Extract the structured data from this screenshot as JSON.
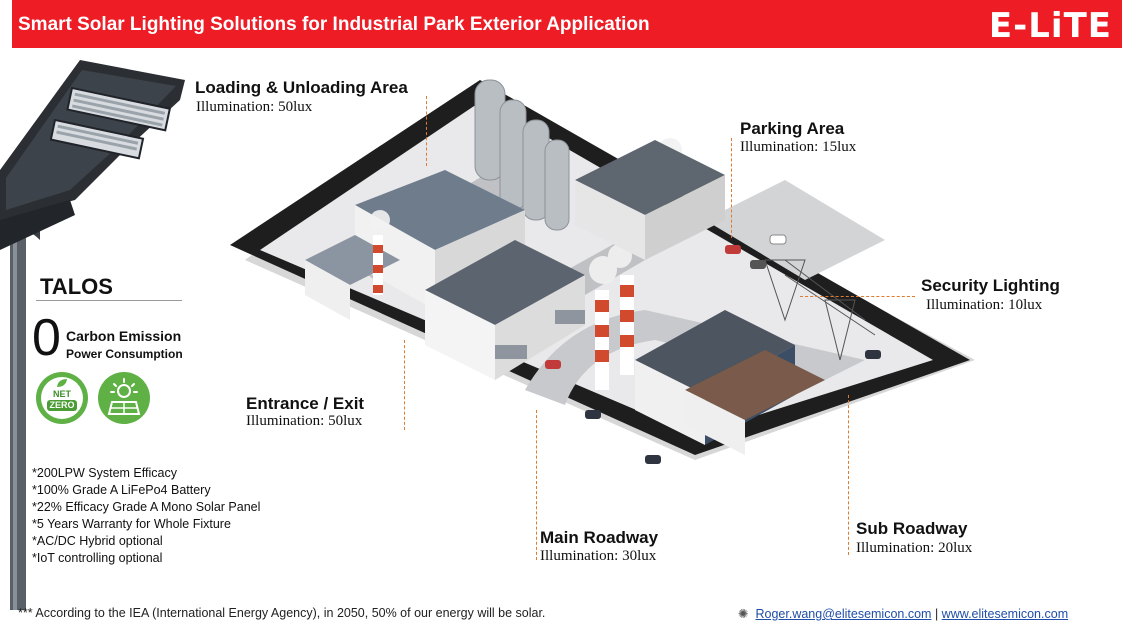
{
  "header": {
    "title": "Smart Solar  Lighting Solutions for Industrial Park Exterior Application",
    "logo": "E-LiTE"
  },
  "product": {
    "name": "TALOS",
    "zero": "0",
    "carbon_label": "Carbon Emission",
    "power_label": "Power Consumption",
    "badge_net_top": "NET",
    "badge_net_bottom": "ZERO",
    "features": [
      "*200LPW System Efficacy",
      "*100% Grade A LiFePo4 Battery",
      "*22% Efficacy Grade A Mono Solar Panel",
      "*5 Years Warranty for Whole Fixture",
      "*AC/DC Hybrid optional",
      "*IoT controlling optional"
    ]
  },
  "zones": {
    "loading": {
      "title": "Loading & Unloading Area",
      "illumination": "Illumination:  50lux"
    },
    "parking": {
      "title": "Parking Area",
      "illumination": "Illumination:  15lux"
    },
    "security": {
      "title": "Security Lighting",
      "illumination": "Illumination:  10lux"
    },
    "entrance": {
      "title": "Entrance / Exit",
      "illumination": "Illumination:  50lux"
    },
    "main_road": {
      "title": "Main Roadway",
      "illumination": "Illumination:  30lux"
    },
    "sub_road": {
      "title": "Sub Roadway",
      "illumination": "Illumination:  20lux"
    }
  },
  "footer": {
    "note": "*** According to the IEA (International Energy Agency), in 2050, 50% of our energy will be solar.",
    "email": "Roger.wang@elitesemicon.com",
    "separator": "|",
    "website": "www.elitesemicon.com"
  },
  "colors": {
    "brand_red": "#ee1c25",
    "leader_orange": "#e07a2e",
    "eco_green": "#5fb146"
  }
}
